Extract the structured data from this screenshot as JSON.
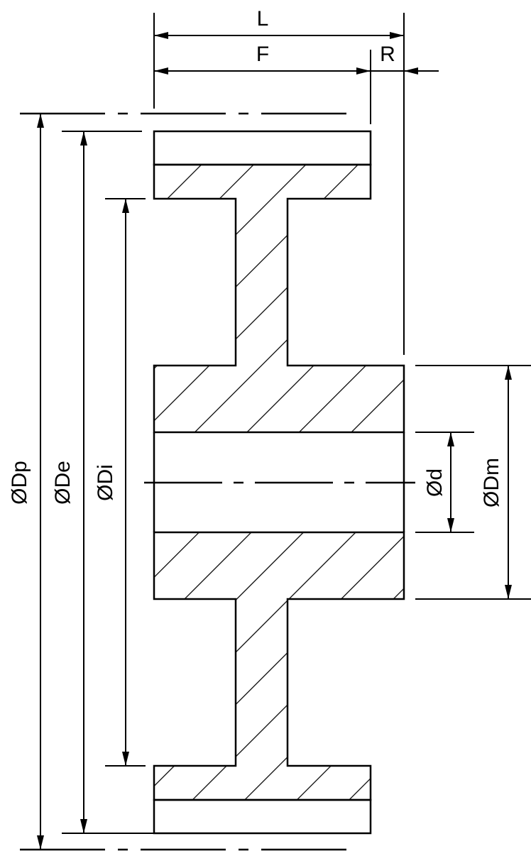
{
  "diagram": {
    "labels": {
      "L": "L",
      "F": "F",
      "R": "R",
      "Dp": "ØDp",
      "De": "ØDe",
      "Di": "ØDi",
      "d": "Ød",
      "Dm": "ØDm"
    },
    "colors": {
      "line": "#000000",
      "background": "#ffffff"
    }
  }
}
